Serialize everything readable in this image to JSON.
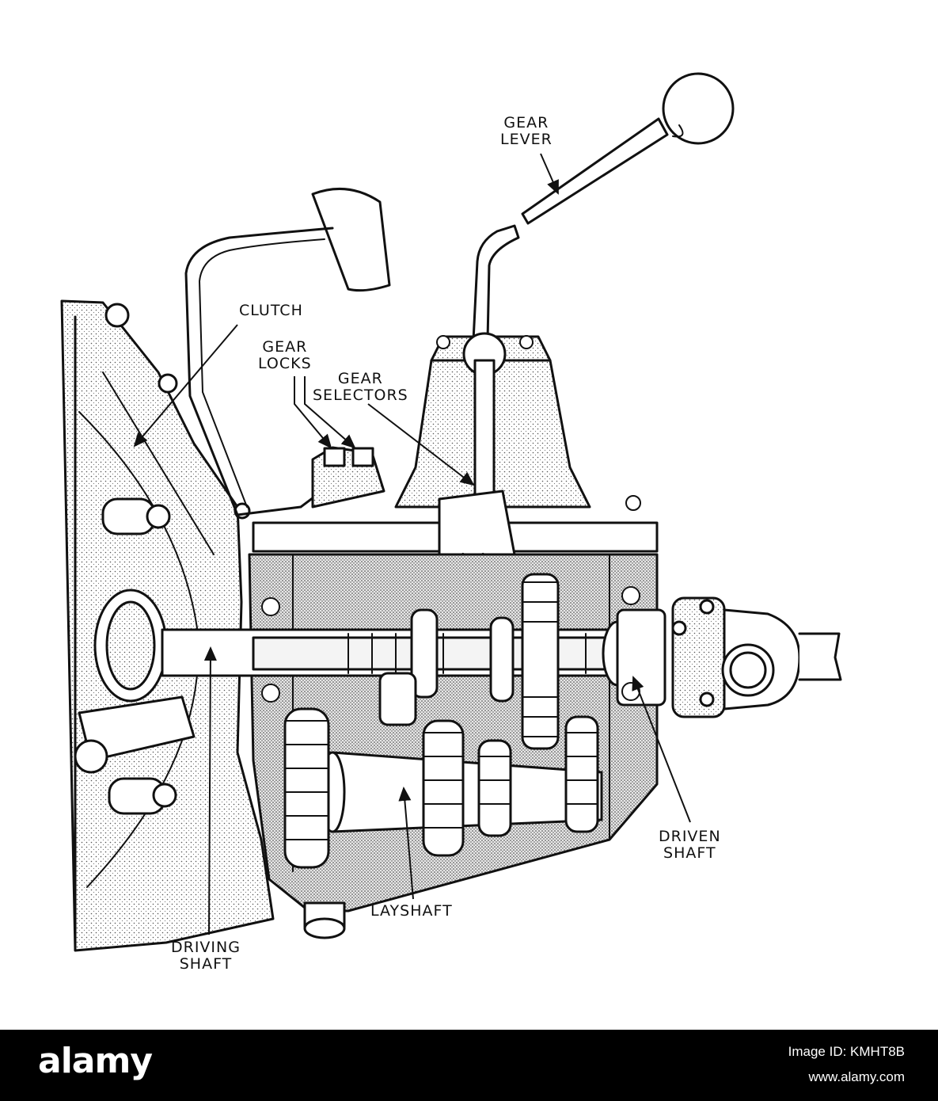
{
  "labels": {
    "gear_lever": [
      "GEAR",
      "LEVER"
    ],
    "clutch": "CLUTCH",
    "gear_locks": [
      "GEAR",
      "LOCKS"
    ],
    "gear_selectors": [
      "GEAR",
      "SELECTORS"
    ],
    "driven_shaft": [
      "DRIVEN",
      "SHAFT"
    ],
    "layshaft": "LAYSHAFT",
    "driving_shaft": [
      "DRIVING",
      "SHAFT"
    ]
  },
  "watermark": {
    "brand": "alamy",
    "image_id": "Image ID: KMHT8B",
    "url": "www.alamy.com"
  },
  "colors": {
    "ink": "#111111",
    "stipple": "#cfcfcf",
    "background": "#ffffff",
    "watermark_bar": "#000000"
  }
}
